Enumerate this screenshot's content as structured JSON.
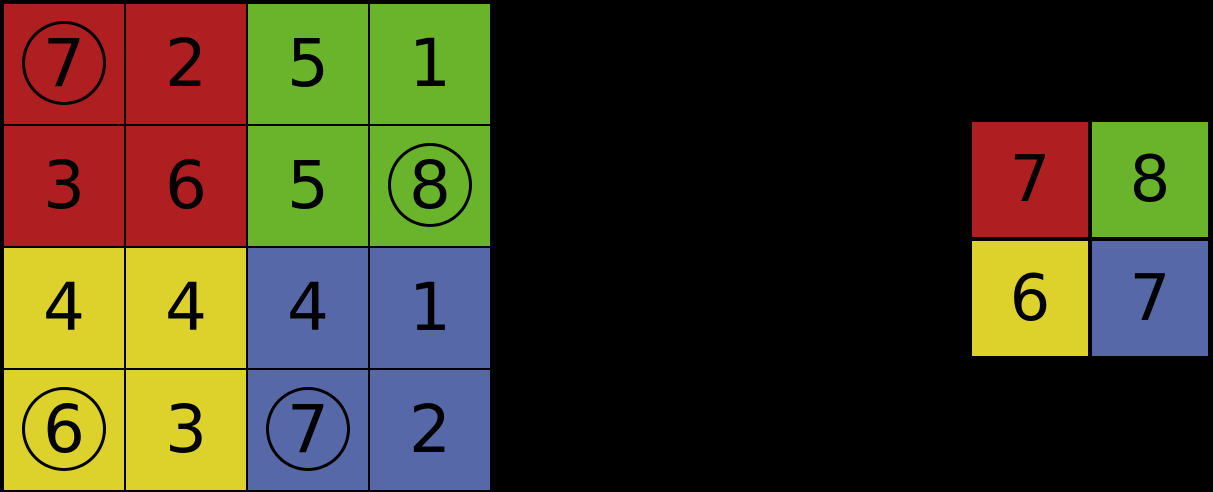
{
  "background_color": "#000000",
  "palette": {
    "red": "#AF1F22",
    "green": "#69B42B",
    "yellow": "#DDD22C",
    "blue": "#5668A8",
    "line": "#000000",
    "text": "#000000"
  },
  "main_board": {
    "label": "main-grid",
    "rows": 4,
    "columns": 4,
    "cells": [
      {
        "value": "7",
        "color": "red",
        "circled": true
      },
      {
        "value": "2",
        "color": "red",
        "circled": false
      },
      {
        "value": "5",
        "color": "green",
        "circled": false
      },
      {
        "value": "1",
        "color": "green",
        "circled": false
      },
      {
        "value": "3",
        "color": "red",
        "circled": false
      },
      {
        "value": "6",
        "color": "red",
        "circled": false
      },
      {
        "value": "5",
        "color": "green",
        "circled": false
      },
      {
        "value": "8",
        "color": "green",
        "circled": true
      },
      {
        "value": "4",
        "color": "yellow",
        "circled": false
      },
      {
        "value": "4",
        "color": "yellow",
        "circled": false
      },
      {
        "value": "4",
        "color": "blue",
        "circled": false
      },
      {
        "value": "1",
        "color": "blue",
        "circled": false
      },
      {
        "value": "6",
        "color": "yellow",
        "circled": true
      },
      {
        "value": "3",
        "color": "yellow",
        "circled": false
      },
      {
        "value": "7",
        "color": "blue",
        "circled": true
      },
      {
        "value": "2",
        "color": "blue",
        "circled": false
      }
    ]
  },
  "target_board": {
    "label": "target-grid",
    "rows": 2,
    "columns": 2,
    "cells": [
      {
        "value": "7",
        "color": "red",
        "circled": false
      },
      {
        "value": "8",
        "color": "green",
        "circled": false
      },
      {
        "value": "6",
        "color": "yellow",
        "circled": false
      },
      {
        "value": "7",
        "color": "blue",
        "circled": false
      }
    ]
  }
}
